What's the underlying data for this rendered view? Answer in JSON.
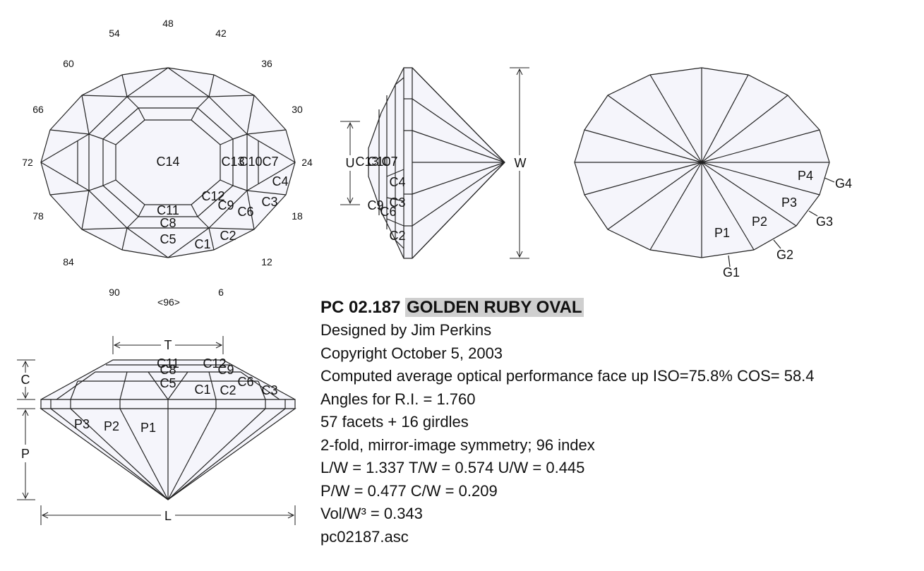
{
  "index_labels": [
    "48",
    "42",
    "36",
    "30",
    "24",
    "18",
    "12",
    "6",
    "<96>",
    "90",
    "84",
    "78",
    "72",
    "66",
    "60",
    "54"
  ],
  "crown_labels": {
    "c14": "C14",
    "c13": "C13",
    "c10": "C10",
    "c7": "C7",
    "c4": "C4",
    "c3": "C3",
    "c12": "C12",
    "c9": "C9",
    "c6": "C6",
    "c11": "C11",
    "c8": "C8",
    "c5": "C5",
    "c2": "C2",
    "c1": "C1"
  },
  "side_labels": {
    "u": "U",
    "w": "W",
    "c13": "C13",
    "c10": "C10",
    "c7": "C7",
    "c4": "C4",
    "c3": "C3",
    "c9": "C9",
    "c6": "C6",
    "c2": "C2"
  },
  "pavilion_labels": {
    "p1": "P1",
    "p2": "P2",
    "p3": "P3",
    "p4": "P4",
    "g1": "G1",
    "g2": "G2",
    "g3": "G3",
    "g4": "G4"
  },
  "profile_labels": {
    "t": "T",
    "c": "C",
    "p": "P",
    "l": "L",
    "c11": "C11",
    "c12": "C12",
    "c8": "C8",
    "c9": "C9",
    "c5": "C5",
    "c6": "C6",
    "c1": "C1",
    "c2": "C2",
    "c3": "C3",
    "p1": "P1",
    "p2": "P2",
    "p3": "P3"
  },
  "info": {
    "code": "PC 02.187",
    "name": "GOLDEN RUBY OVAL",
    "designer": "Designed by Jim Perkins",
    "copyright": "Copyright October 5, 2003",
    "performance": "Computed average optical performance face up ISO=75.8% COS= 58.4",
    "angles": "Angles for R.I. = 1.760",
    "facets": "57 facets + 16 girdles",
    "symmetry": "2-fold, mirror-image symmetry; 96 index",
    "ratios1": "L/W = 1.337 T/W = 0.574 U/W = 0.445",
    "ratios2": "P/W = 0.477 C/W = 0.209",
    "volume": "Vol/W³ = 0.343",
    "file": "pc02187.asc"
  }
}
